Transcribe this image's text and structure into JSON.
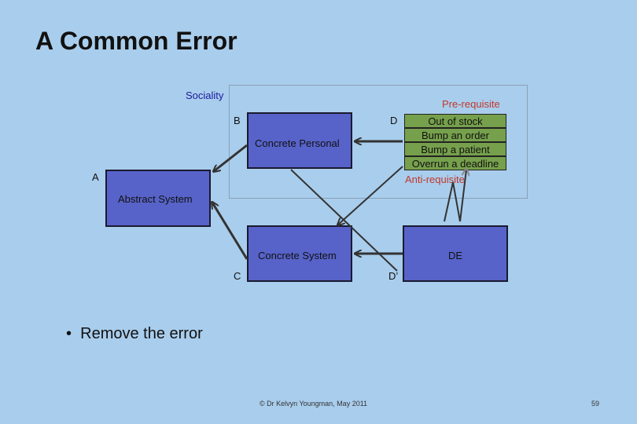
{
  "title": "A Common Error",
  "diagram": {
    "sociality": "Sociality",
    "label_b": "B",
    "label_d": "D",
    "label_a": "A",
    "label_c": "C",
    "label_d_prime": "D’",
    "concrete_personal": "Concrete Personal",
    "abstract_system": "Abstract System",
    "concrete_system": "Concrete System",
    "de": "DE",
    "pre_requisite": "Pre-requisite",
    "anti_requisite": "Anti-requisite",
    "requisites": [
      "Out of stock",
      "Bump an order",
      "Bump a patient",
      "Overrun a deadline"
    ]
  },
  "bullet": "Remove the error",
  "footer": "© Dr Kelvyn Youngman, May 2011",
  "page_number": "59",
  "colors": {
    "background": "#a9cdec",
    "box": "#5763c9",
    "list": "#76a04c",
    "requisite_text": "#c0392b"
  }
}
